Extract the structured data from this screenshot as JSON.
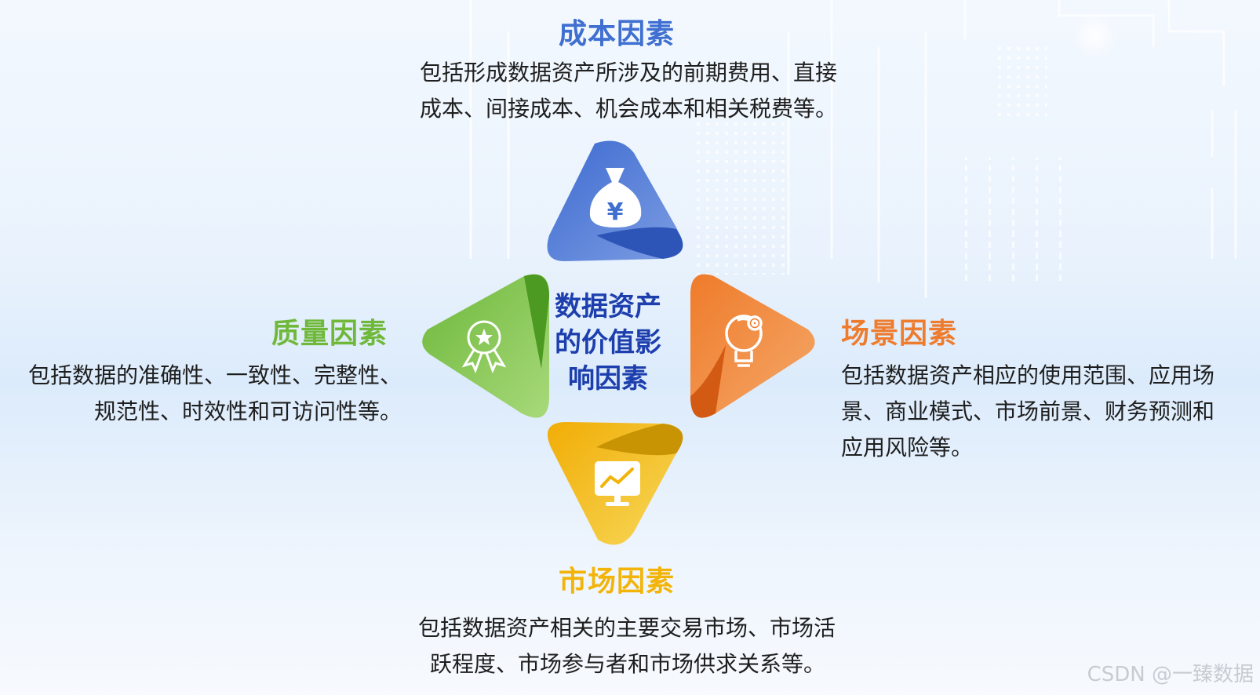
{
  "center": {
    "title_lines": [
      "数据资产",
      "的价值影",
      "响因素"
    ]
  },
  "factors": {
    "cost": {
      "title": "成本因素",
      "lines": [
        "包括形成数据资产所涉及的前期费用、直接",
        "成本、间接成本、机会成本和相关税费等。"
      ],
      "color": "#3f6fd1",
      "icon": "money-bag-yuan-icon"
    },
    "quality": {
      "title": "质量因素",
      "lines": [
        "包括数据的准确性、一致性、完整性、",
        "规范性、时效性和可访问性等。"
      ],
      "color": "#6fb83a",
      "icon": "award-ribbon-icon"
    },
    "scenario": {
      "title": "场景因素",
      "lines": [
        "包括数据资产相应的使用范围、应用场",
        "景、商业模式、市场前景、财务预测和",
        "应用风险等。"
      ],
      "color": "#ee7c2e",
      "icon": "lightbulb-gear-icon"
    },
    "market": {
      "title": "市场因素",
      "lines": [
        "包括数据资产相关的主要交易市场、市场活",
        "跃程度、市场参与者和市场供求关系等。"
      ],
      "color": "#f2b409",
      "icon": "chart-monitor-icon"
    }
  },
  "watermark": "CSDN @一臻数据"
}
